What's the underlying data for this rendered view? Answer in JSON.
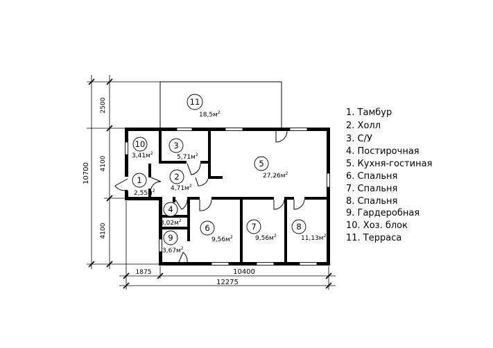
{
  "rooms": [
    {
      "num": "1",
      "area": "2,55м",
      "sup": "2"
    },
    {
      "num": "2",
      "area": "4,71м",
      "sup": "2"
    },
    {
      "num": "3",
      "area": "5,71м",
      "sup": "2"
    },
    {
      "num": "4",
      "area": "3,02м",
      "sup": "2"
    },
    {
      "num": "5",
      "area": "27,26м",
      "sup": "2"
    },
    {
      "num": "6",
      "area": "9,56м",
      "sup": "2"
    },
    {
      "num": "7",
      "area": "9,56м",
      "sup": "2"
    },
    {
      "num": "8",
      "area": "11,13м",
      "sup": "2"
    },
    {
      "num": "9",
      "area": "3,67м",
      "sup": "2"
    },
    {
      "num": "10",
      "area": "3,41м",
      "sup": "2"
    },
    {
      "num": "11",
      "area": "18,5м",
      "sup": "2"
    }
  ],
  "dimensions": {
    "left_total": "10700",
    "left_top": "2500",
    "left_mid": "4100",
    "left_bottom": "4100",
    "bottom_left": "1875",
    "bottom_right": "10400",
    "bottom_total": "12275"
  },
  "legend": [
    "1. Тамбур",
    "2. Холл",
    "3. С/У",
    "4. Постирочная",
    "5. Кухня-гостиная",
    "6. Спальня",
    "7. Спальня",
    "8. Спальня",
    "9. Гардеробная",
    "10. Хоз. блок",
    "11. Терраса"
  ]
}
